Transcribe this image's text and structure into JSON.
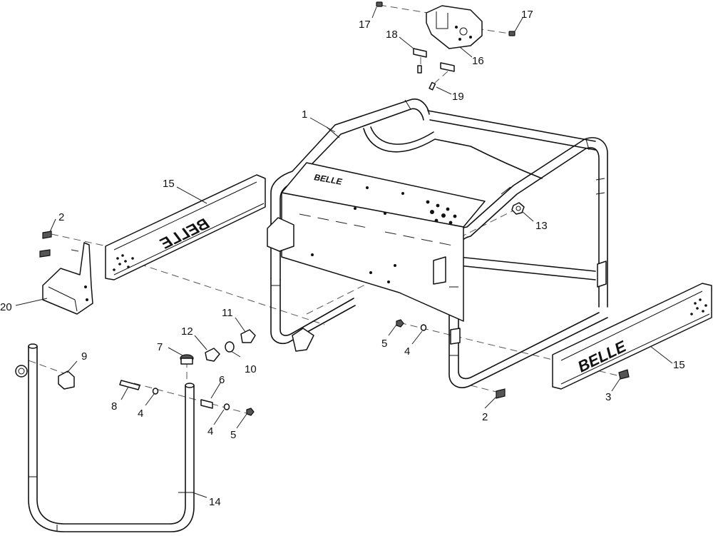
{
  "brand_text": "BELLE",
  "callouts": [
    {
      "id": "c1",
      "label": "1"
    },
    {
      "id": "c2a",
      "label": "2"
    },
    {
      "id": "c2b",
      "label": "2"
    },
    {
      "id": "c3",
      "label": "3"
    },
    {
      "id": "c4a",
      "label": "4"
    },
    {
      "id": "c4b",
      "label": "4"
    },
    {
      "id": "c4c",
      "label": "4"
    },
    {
      "id": "c5a",
      "label": "5"
    },
    {
      "id": "c5b",
      "label": "5"
    },
    {
      "id": "c6",
      "label": "6"
    },
    {
      "id": "c7",
      "label": "7"
    },
    {
      "id": "c8",
      "label": "8"
    },
    {
      "id": "c9",
      "label": "9"
    },
    {
      "id": "c10",
      "label": "10"
    },
    {
      "id": "c11",
      "label": "11"
    },
    {
      "id": "c12",
      "label": "12"
    },
    {
      "id": "c13",
      "label": "13"
    },
    {
      "id": "c14",
      "label": "14"
    },
    {
      "id": "c15a",
      "label": "15"
    },
    {
      "id": "c15b",
      "label": "15"
    },
    {
      "id": "c16",
      "label": "16"
    },
    {
      "id": "c17a",
      "label": "17"
    },
    {
      "id": "c17b",
      "label": "17"
    },
    {
      "id": "c18",
      "label": "18"
    },
    {
      "id": "c19",
      "label": "19"
    },
    {
      "id": "c20",
      "label": "20"
    }
  ]
}
